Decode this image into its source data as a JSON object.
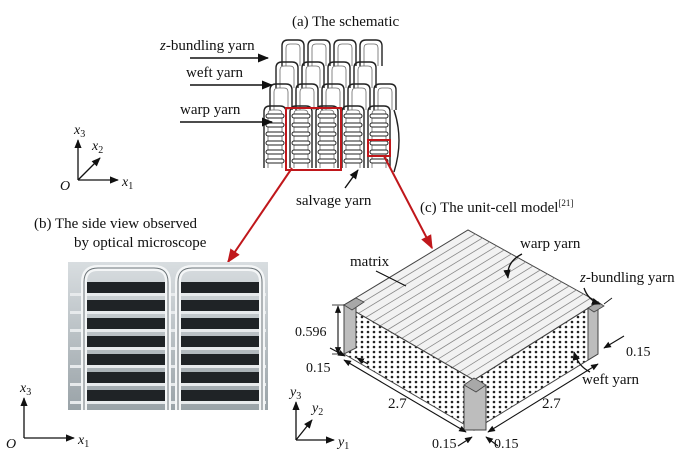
{
  "panels": {
    "a": {
      "title": "(a) The schematic"
    },
    "b": {
      "title_line1": "(b) The side view observed",
      "title_line2": "by optical microscope"
    },
    "c": {
      "title": "(c) The unit-cell model",
      "ref": "[21]"
    }
  },
  "schematic_labels": {
    "z_prefix": "z",
    "bundling": "-bundling yarn",
    "weft": "weft yarn",
    "warp": "warp yarn",
    "salvage": "salvage yarn"
  },
  "axes_a": {
    "x1": "x",
    "x1_sub": "1",
    "x2": "x",
    "x2_sub": "2",
    "x3": "x",
    "x3_sub": "3",
    "origin": "O"
  },
  "axes_b": {
    "x1": "x",
    "x1_sub": "1",
    "x3": "x",
    "x3_sub": "3",
    "origin": "O"
  },
  "axes_c": {
    "y1": "y",
    "y1_sub": "1",
    "y2": "y",
    "y2_sub": "2",
    "y3": "y",
    "y3_sub": "3"
  },
  "model_labels": {
    "matrix": "matrix",
    "warp": "warp yarn",
    "z_prefix": "z",
    "bundling": "-bundling yarn",
    "weft": "weft yarn"
  },
  "dimensions": {
    "height": "0.596",
    "t_left": "0.15",
    "t_right": "0.15",
    "length_left": "2.7",
    "length_right": "2.7",
    "bottom_left": "0.15",
    "bottom_right": "0.15"
  },
  "colors": {
    "highlight": "#c0171b",
    "ink": "#111111",
    "yarn": "#9a9a9a"
  }
}
